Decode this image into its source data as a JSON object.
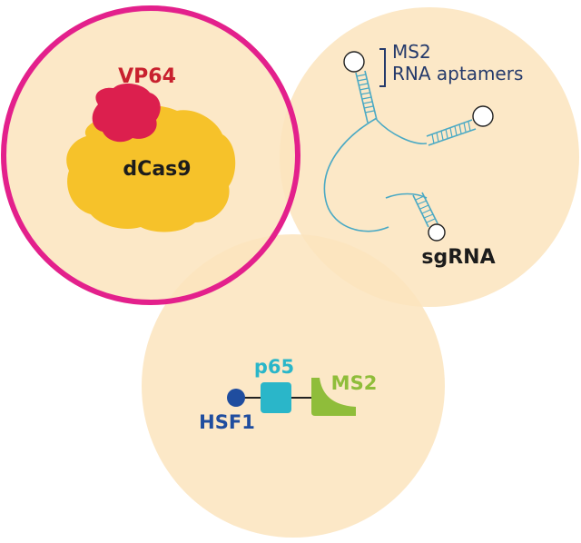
{
  "labels": {
    "vp64": "VP64",
    "dcas9": "dCas9",
    "ms2_line1": "MS2",
    "ms2_line2": "RNA aptamers",
    "sgrna": "sgRNA",
    "p65": "p65",
    "ms2_protein": "MS2",
    "hsf1": "HSF1"
  },
  "colors": {
    "circle_fill": "#fbe4bd",
    "highlight_ring": "#e3208c",
    "vp64_red": "#dc1f4e",
    "vp64_text": "#c8202e",
    "dcas9_yellow": "#f6c22a",
    "rna_teal": "#4aa9c4",
    "p65_cyan": "#2ab6c9",
    "ms2_green": "#8fbd3a",
    "hsf1_blue": "#1f4d9f",
    "bracket_navy": "#253a6b",
    "dark_text": "#1c1c1c"
  }
}
